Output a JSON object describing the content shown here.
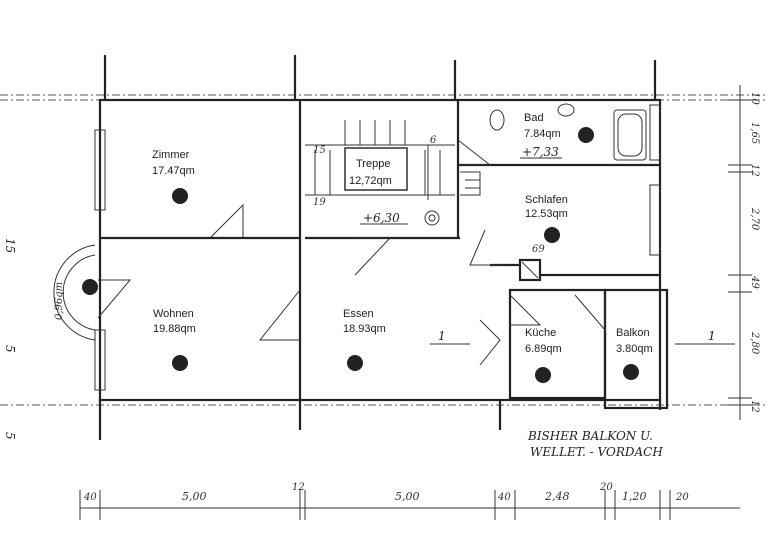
{
  "rooms": {
    "zimmer": {
      "name": "Zimmer",
      "area": "17.47qm"
    },
    "treppe": {
      "name": "Treppe",
      "area": "12,72qm"
    },
    "bad": {
      "name": "Bad",
      "area": "7.84qm"
    },
    "schlafen": {
      "name": "Schlafen",
      "area": "12.53qm"
    },
    "wohnen": {
      "name": "Wohnen",
      "area": "19.88qm"
    },
    "essen": {
      "name": "Essen",
      "area": "18.93qm"
    },
    "kueche": {
      "name": "Küche",
      "area": "6.89qm"
    },
    "balkon": {
      "name": "Balkon",
      "area": "3.80qm"
    }
  },
  "annotations": {
    "bad_level": "+7,33",
    "treppe_level": "+6,30",
    "stair_19": "19",
    "stair_15": "15",
    "stair_6": "6",
    "chimney": "69",
    "bay": "0,96qm",
    "section_left": "1",
    "section_right": "1",
    "note_line1": "BISHER BALKON U.",
    "note_line2": "WELLET. - VORDACH",
    "left_edge_1": "15",
    "left_edge_2": "5",
    "left_edge_3": "5"
  },
  "dims_bottom": [
    "40",
    "5,00",
    "12",
    "5,00",
    "40",
    "2,48",
    "20",
    "1,20",
    "20"
  ],
  "dims_right": [
    "10",
    "1,65",
    "12",
    "2,70",
    "49",
    "2,80",
    "12"
  ]
}
